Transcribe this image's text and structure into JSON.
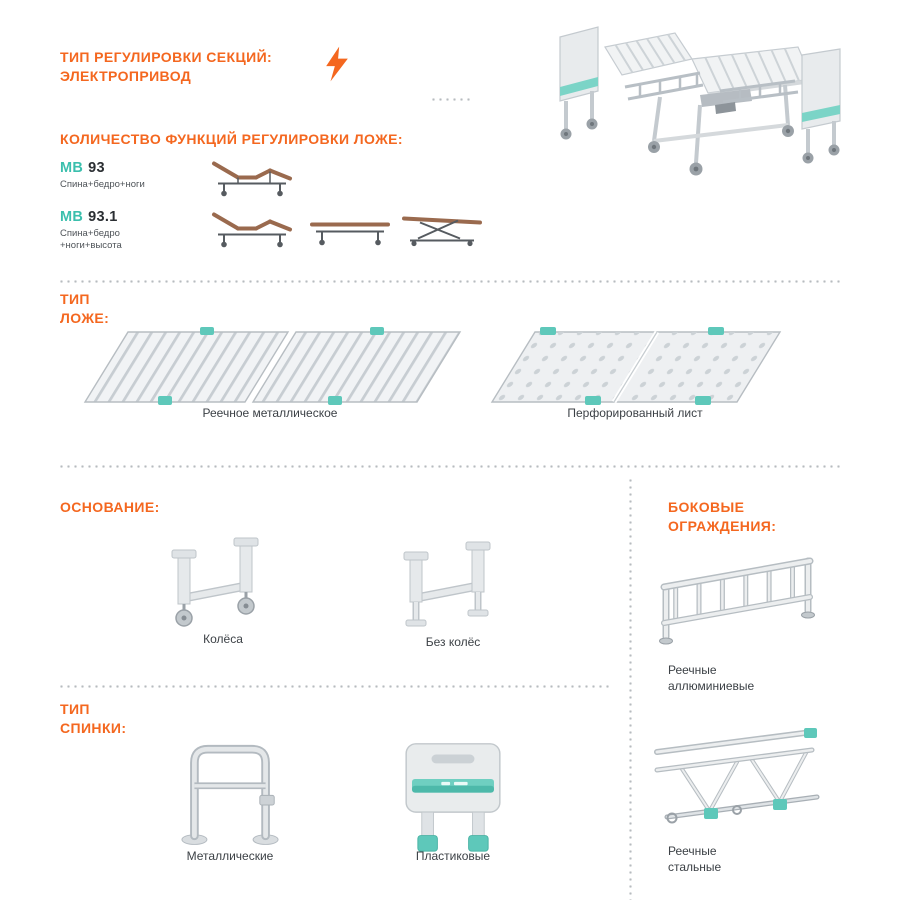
{
  "colors": {
    "accent": "#F4671F",
    "teal": "#3BBFAD",
    "illustration_teal": "#5EC8BA",
    "illustration_gray": "#C4CACF"
  },
  "regulation": {
    "title_line1": "ТИП РЕГУЛИРОВКИ СЕКЦИЙ:",
    "title_line2": "ЭЛЕКТРОПРИВОД"
  },
  "functions": {
    "title": "КОЛИЧЕСТВО ФУНКЦИЙ РЕГУЛИРОВКИ ЛОЖЕ:",
    "models": [
      {
        "prefix": "МВ",
        "number": "93",
        "desc_line1": "Спина+бедро+ноги",
        "desc_line2": ""
      },
      {
        "prefix": "МВ",
        "number": "93.1",
        "desc_line1": "Спина+бедро",
        "desc_line2": "+ноги+высота"
      }
    ]
  },
  "lozhe": {
    "title_line1": "ТИП",
    "title_line2": "ЛОЖЕ:",
    "options": [
      {
        "label": "Реечное металлическое"
      },
      {
        "label": "Перфорированный лист"
      }
    ]
  },
  "osnovanie": {
    "title": "ОСНОВАНИЕ:",
    "options": [
      {
        "label": "Колёса"
      },
      {
        "label": "Без колёс"
      }
    ]
  },
  "side_rails": {
    "title_line1": "БОКОВЫЕ",
    "title_line2": "ОГРАЖДЕНИЯ:",
    "options": [
      {
        "label_line1": "Реечные",
        "label_line2": "аллюминиевые"
      },
      {
        "label_line1": "Реечные",
        "label_line2": "стальные"
      }
    ]
  },
  "spinki": {
    "title_line1": "ТИП",
    "title_line2": "СПИНКИ:",
    "options": [
      {
        "label": "Металлические"
      },
      {
        "label": "Пластиковые"
      }
    ]
  }
}
